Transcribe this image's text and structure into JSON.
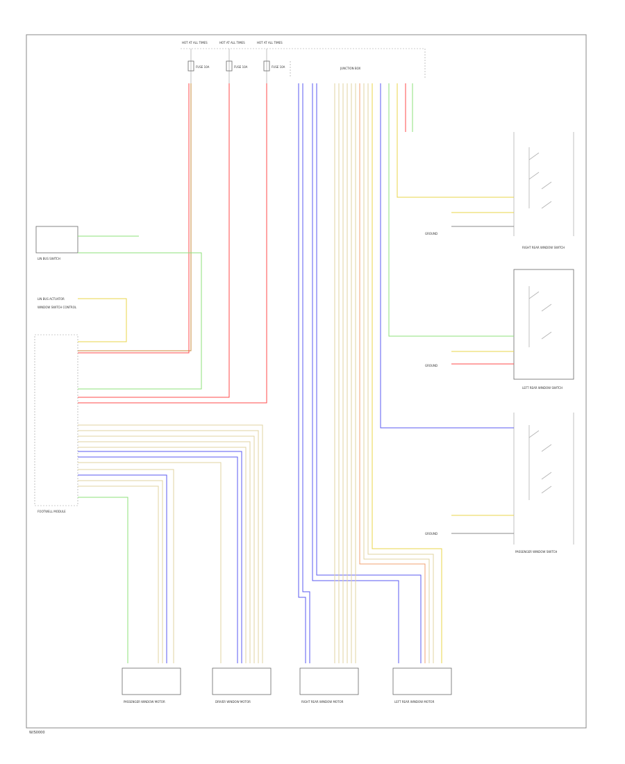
{
  "footer": {
    "code": "W/S0000"
  },
  "colors": {
    "red": "#ff4a4a",
    "brown": "#c98a3a",
    "green": "#8ee07a",
    "blue": "#5a5af0",
    "tan": "#e0d3a0",
    "yellow": "#e8d44a",
    "orange": "#f0a070",
    "frame": "#888888"
  },
  "components": {
    "fuse_boxes": [
      "HOT AT ALL TIMES",
      "HOT AT ALL TIMES",
      "HOT AT ALL TIMES"
    ],
    "fuses": [
      "FUSE 10A",
      "FUSE 10A",
      "FUSE 10A"
    ],
    "junction_box": "JUNCTION BOX",
    "lin_switch": "LIN BUS SWITCH",
    "top_left_module": "LIN BUS ACTUATOR",
    "window_switch_module": "WINDOW SWITCH CONTROL",
    "footwell_module": "FOOTWELL MODULE",
    "right_rear_switch": "RIGHT REAR WINDOW SWITCH",
    "left_rear_switch": "LEFT REAR WINDOW SWITCH",
    "passenger_switch": "PASSENGER WINDOW SWITCH",
    "motors": [
      "PASSENGER WINDOW MOTOR",
      "DRIVER WINDOW MOTOR",
      "RIGHT REAR WINDOW MOTOR",
      "LEFT REAR WINDOW MOTOR"
    ],
    "ground_labels": [
      "GROUND",
      "GROUND",
      "GROUND"
    ]
  }
}
